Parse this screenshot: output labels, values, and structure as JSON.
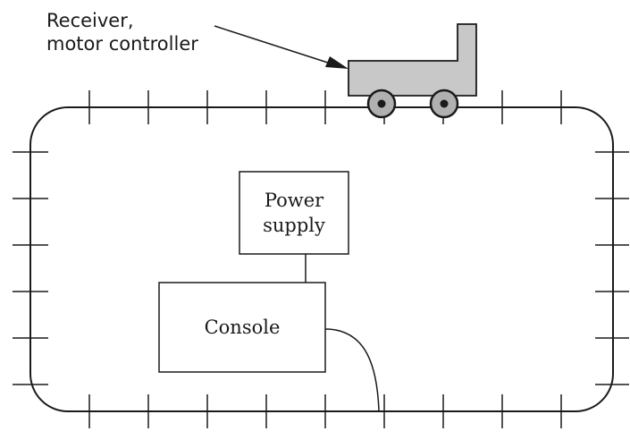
{
  "labels": {
    "receiver_line1": "Receiver,",
    "receiver_line2": "motor controller",
    "power_line1": "Power",
    "power_line2": "supply",
    "console": "Console"
  },
  "colors": {
    "line": "#1a1a1a",
    "locomotive_fill": "#c8c8c8",
    "wheel_fill": "#b0b0b0",
    "background": "#ffffff"
  }
}
